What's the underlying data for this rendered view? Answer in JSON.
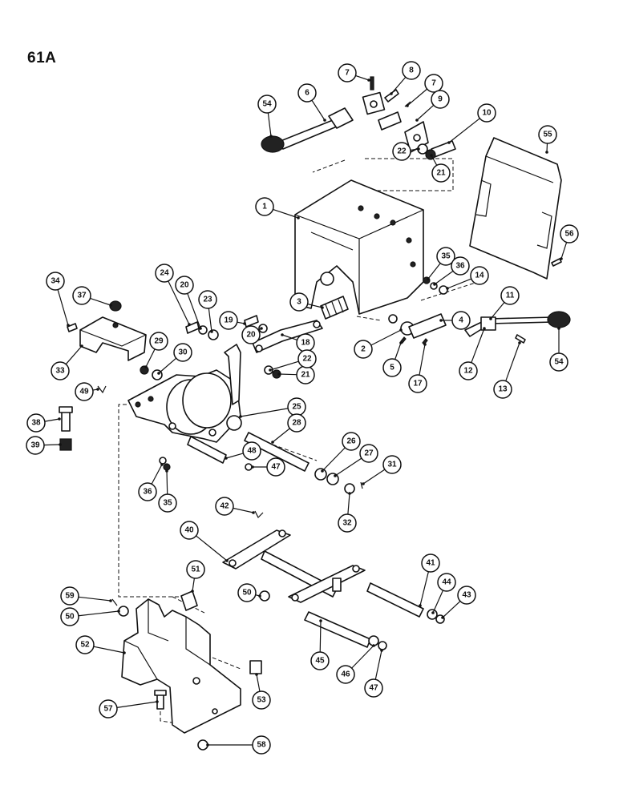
{
  "page": {
    "title": "61A"
  },
  "callouts": [
    {
      "number": "1"
    },
    {
      "number": "2"
    },
    {
      "number": "3"
    },
    {
      "number": "4"
    },
    {
      "number": "5"
    },
    {
      "number": "6"
    },
    {
      "number": "7"
    },
    {
      "number": "7"
    },
    {
      "number": "8"
    },
    {
      "number": "9"
    },
    {
      "number": "10"
    },
    {
      "number": "11"
    },
    {
      "number": "12"
    },
    {
      "number": "13"
    },
    {
      "number": "14"
    },
    {
      "number": "17"
    },
    {
      "number": "18"
    },
    {
      "number": "19"
    },
    {
      "number": "20"
    },
    {
      "number": "20"
    },
    {
      "number": "21"
    },
    {
      "number": "21"
    },
    {
      "number": "22"
    },
    {
      "number": "22"
    },
    {
      "number": "23"
    },
    {
      "number": "24"
    },
    {
      "number": "25"
    },
    {
      "number": "26"
    },
    {
      "number": "27"
    },
    {
      "number": "28"
    },
    {
      "number": "29"
    },
    {
      "number": "30"
    },
    {
      "number": "31"
    },
    {
      "number": "32"
    },
    {
      "number": "33"
    },
    {
      "number": "34"
    },
    {
      "number": "35"
    },
    {
      "number": "35"
    },
    {
      "number": "36"
    },
    {
      "number": "36"
    },
    {
      "number": "37"
    },
    {
      "number": "38"
    },
    {
      "number": "39"
    },
    {
      "number": "40"
    },
    {
      "number": "41"
    },
    {
      "number": "42"
    },
    {
      "number": "43"
    },
    {
      "number": "44"
    },
    {
      "number": "45"
    },
    {
      "number": "46"
    },
    {
      "number": "47"
    },
    {
      "number": "47"
    },
    {
      "number": "48"
    },
    {
      "number": "49"
    },
    {
      "number": "50"
    },
    {
      "number": "50"
    },
    {
      "number": "51"
    },
    {
      "number": "52"
    },
    {
      "number": "53"
    },
    {
      "number": "54"
    },
    {
      "number": "54"
    },
    {
      "number": "55"
    },
    {
      "number": "56"
    },
    {
      "number": "57"
    },
    {
      "number": "58"
    },
    {
      "number": "59"
    }
  ]
}
